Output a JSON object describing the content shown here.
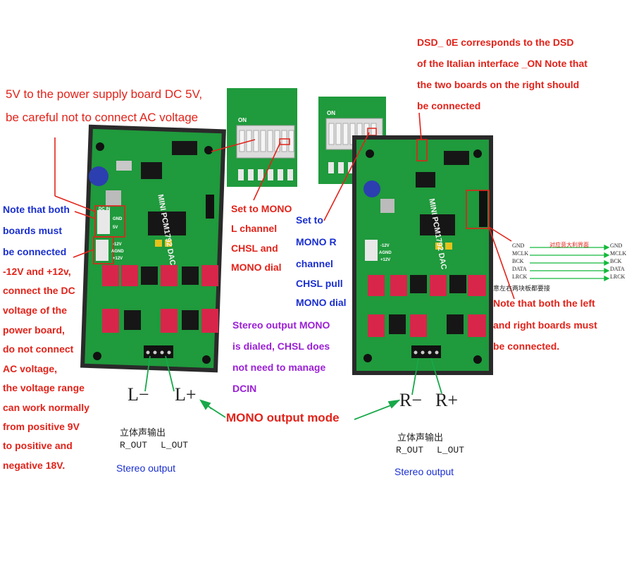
{
  "annotations": {
    "power_supply_line1": "5V to the power supply board DC 5V,",
    "power_supply_line2": "be careful not to connect AC voltage",
    "left_note_lines": [
      "Note that both",
      "boards must",
      "be connected",
      "-12V and +12v,",
      " connect the DC",
      "voltage of the",
      "power board,",
      "do not connect",
      "AC voltage,",
      "the voltage range",
      "can work normally",
      "from positive 9V",
      "to positive and",
      "negative 18V."
    ],
    "set_mono_l_lines": [
      "Set to MONO",
      "L channel",
      "CHSL and",
      "MONO dial"
    ],
    "set_mono_r_lines": [
      "Set to",
      "MONO R",
      "channel",
      "CHSL pull",
      "MONO dial"
    ],
    "stereo_output_lines": [
      "Stereo output MONO",
      "is dialed, CHSL does",
      "not need to manage",
      "DCIN"
    ],
    "dsd_lines": [
      "DSD_ 0E corresponds to the DSD",
      "of the Italian interface _ON Note that",
      "the two boards on the right should",
      "be connected"
    ],
    "right_note_lines": [
      "Note that both the left",
      "and right boards must",
      "be connected."
    ],
    "mono_output_mode": "MONO output mode"
  },
  "outputs": {
    "left": {
      "minus": "L−",
      "plus": "L+",
      "chinese": "立体声输出",
      "r_out": "R_OUT",
      "l_out": "L_OUT",
      "caption": "Stereo output"
    },
    "right": {
      "minus": "R−",
      "plus": "R+",
      "chinese": "立体声输出",
      "r_out": "R_OUT",
      "l_out": "L_OUT",
      "caption": "Stereo output"
    }
  },
  "pcb": {
    "silkscreen": "MINI PCM1792 DAC",
    "left_labels": {
      "dcin": "DC IN",
      "gnd": "GND",
      "v5": "5V",
      "m12": "-12V",
      "agnd": "AGND",
      "p12": "+12V"
    },
    "right_labels": {
      "m12": "-12V",
      "agnd": "AGND",
      "p12": "+12V"
    }
  },
  "dip_switch": {
    "on_label": "ON"
  },
  "i2s_interface": {
    "title": "对应意大利界面",
    "left_pins": [
      "GND",
      "MCLK",
      "BCK",
      "DATA",
      "LRCK"
    ],
    "right_pins": [
      "GND",
      "MCLK",
      "BCK",
      "DATA",
      "LRCK"
    ],
    "note": "意左右两块板都要接"
  },
  "colors": {
    "pcb_green": "#1f9a3c",
    "capacitor_red": "#d8264a",
    "annotation_red": "#e2231a",
    "annotation_blue": "#1a2fd0",
    "annotation_purple": "#9b1fd6",
    "arrow_green": "#18a84a",
    "interface_green": "#14b93c"
  }
}
